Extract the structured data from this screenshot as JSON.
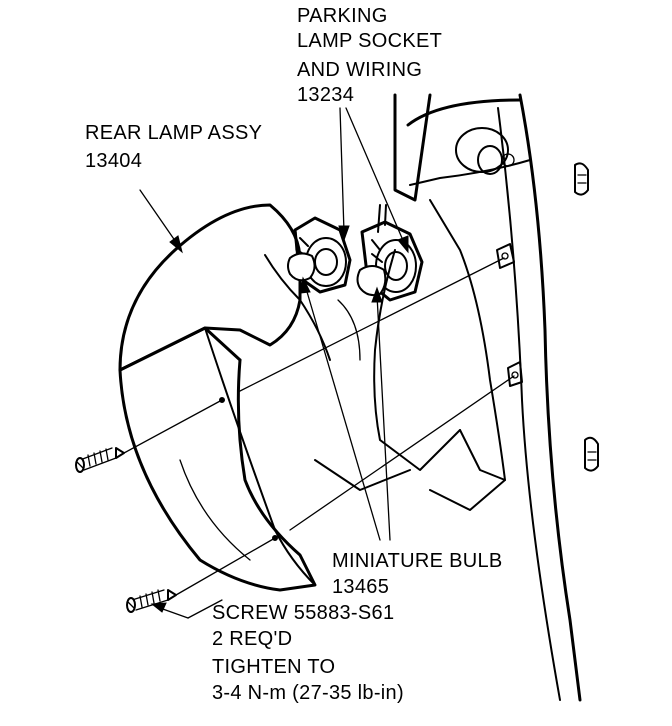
{
  "callouts": {
    "parking_lamp_socket": {
      "line1": "PARKING",
      "line2": "LAMP SOCKET",
      "line3": "AND WIRING",
      "part_number": "13234"
    },
    "rear_lamp_assy": {
      "line1": "REAR LAMP ASSY",
      "part_number": "13404"
    },
    "miniature_bulb": {
      "line1": "MINIATURE BULB",
      "part_number": "13465"
    },
    "screw": {
      "line1": "SCREW 55883-S61",
      "line2": "2 REQ'D",
      "line3": "TIGHTEN TO",
      "line4": "3-4 N-m (27-35 lb-in)"
    }
  },
  "colors": {
    "ink": "#000000",
    "paper": "#ffffff"
  }
}
